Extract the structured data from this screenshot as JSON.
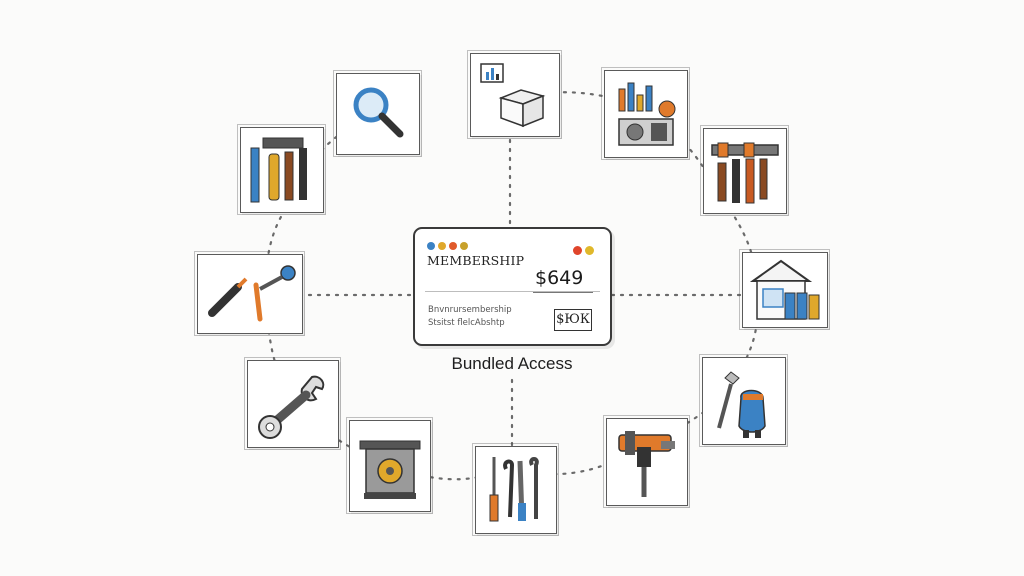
{
  "membership_card": {
    "title": "MEMBERSHIP",
    "price": "$649",
    "fine_print_1": "Bnvnrursembership",
    "fine_print_2": "Stsitst flelcAbshtp",
    "tag": "$ЮК"
  },
  "caption": "Bundled Access",
  "colors": {
    "accent_blue": "#3b82c4",
    "accent_orange": "#e07a2b",
    "ink": "#3a3a3a"
  },
  "tools": [
    {
      "icon": "magnifying-glass-icon"
    },
    {
      "icon": "package-box-icon"
    },
    {
      "icon": "workshop-machinery-icon"
    },
    {
      "icon": "hammer-set-icon"
    },
    {
      "icon": "warehouse-building-icon"
    },
    {
      "icon": "pressure-washer-icon"
    },
    {
      "icon": "hammer-drill-icon"
    },
    {
      "icon": "hand-tools-set-icon"
    },
    {
      "icon": "table-saw-icon"
    },
    {
      "icon": "wrench-icon"
    },
    {
      "icon": "wrench-screwdriver-icon"
    },
    {
      "icon": "power-tools-icon"
    }
  ]
}
